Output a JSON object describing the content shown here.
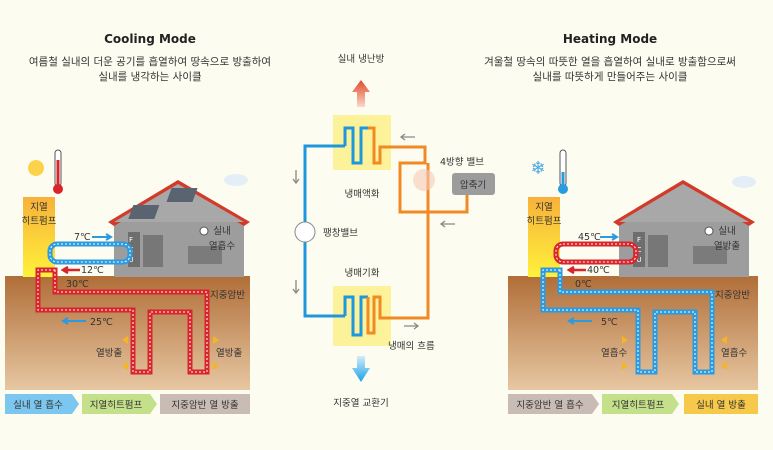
{
  "cooling": {
    "title": "Cooling Mode",
    "desc_line1": "여름철 실내의 더운 공기를 흡열하여 땅속으로 방출하여",
    "desc_line2": "실내를 냉각하는 사이클",
    "heatpump_line1": "지열",
    "heatpump_line2": "히트펌프",
    "indoor_line1": "실내",
    "indoor_line2": "열흡수",
    "fcu": [
      "F",
      "C",
      "U"
    ],
    "temp_in": "7℃",
    "temp_out": "12℃",
    "temp_ground_hot": "30℃",
    "temp_ground_cool": "25℃",
    "rock": "지중암반",
    "ground_left": "열방출",
    "ground_right": "열방출",
    "steps": [
      "실내 열 흡수",
      "지열히트펌프",
      "지중암반 열 방출"
    ]
  },
  "center": {
    "top": "실내 냉난방",
    "condense": "냉매액화",
    "valve4": "4방향 밸브",
    "compressor": "압축기",
    "expansion": "팽창밸브",
    "evaporate": "냉매기화",
    "flow": "냉매의 흐름",
    "bottom": "지중열 교환기"
  },
  "heating": {
    "title": "Heating Mode",
    "desc_line1": "겨울철 땅속의 따뜻한 열을 흡열하여 실내로 방출함으로써",
    "desc_line2": "실내를 따뜻하게 만들어주는 사이클",
    "heatpump_line1": "지열",
    "heatpump_line2": "히트펌프",
    "indoor_line1": "실내",
    "indoor_line2": "열방출",
    "fcu": [
      "F",
      "C",
      "U"
    ],
    "temp_in": "45℃",
    "temp_out": "40℃",
    "temp_ground_hot": "0℃",
    "temp_ground_cool": "5℃",
    "rock": "지중암반",
    "ground_left": "열흡수",
    "ground_right": "열흡수",
    "steps": [
      "지중암반 열 흡수",
      "지열히트펌프",
      "실내 열 방출"
    ]
  },
  "colors": {
    "blue": "#2a9be0",
    "red": "#d8242a",
    "orange": "#f08a24",
    "ground": "#b67a45",
    "yellow": "#fde97a"
  }
}
